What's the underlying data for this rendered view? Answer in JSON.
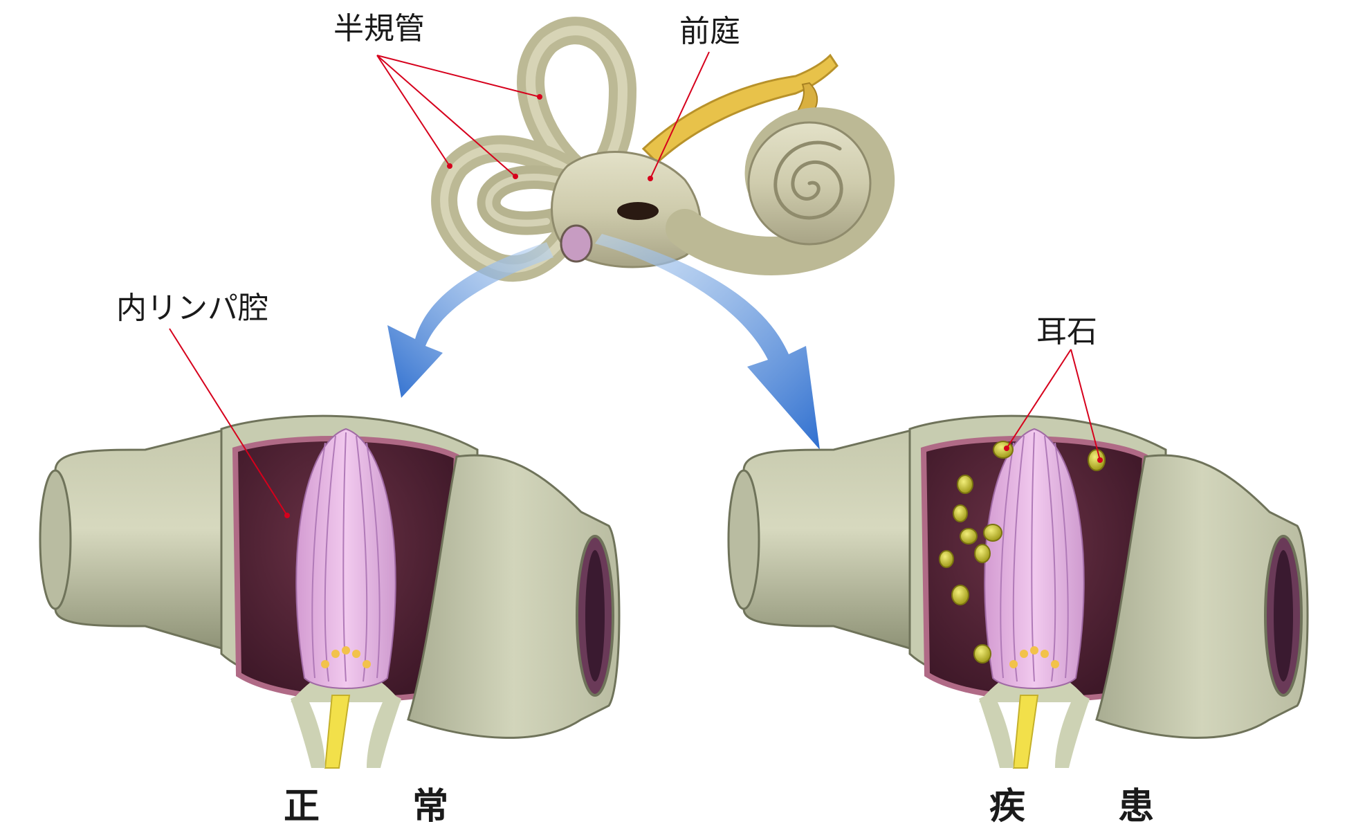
{
  "labels": {
    "semicircular_canals": "半規管",
    "vestibule": "前庭",
    "endolymph_space": "内リンパ腔",
    "otolith": "耳石"
  },
  "captions": {
    "normal": "正 常",
    "disease": "疾 患"
  },
  "colors": {
    "bone": "#cfccad",
    "membrane_wall": "#c7ccb0",
    "endolymph": "#4a1f30",
    "cupula": "#e6b8e3",
    "otolith": "#c8c230",
    "arrow": "#3f7fd6",
    "leader_line": "#d6001c",
    "nerve": "#f2e04a"
  }
}
